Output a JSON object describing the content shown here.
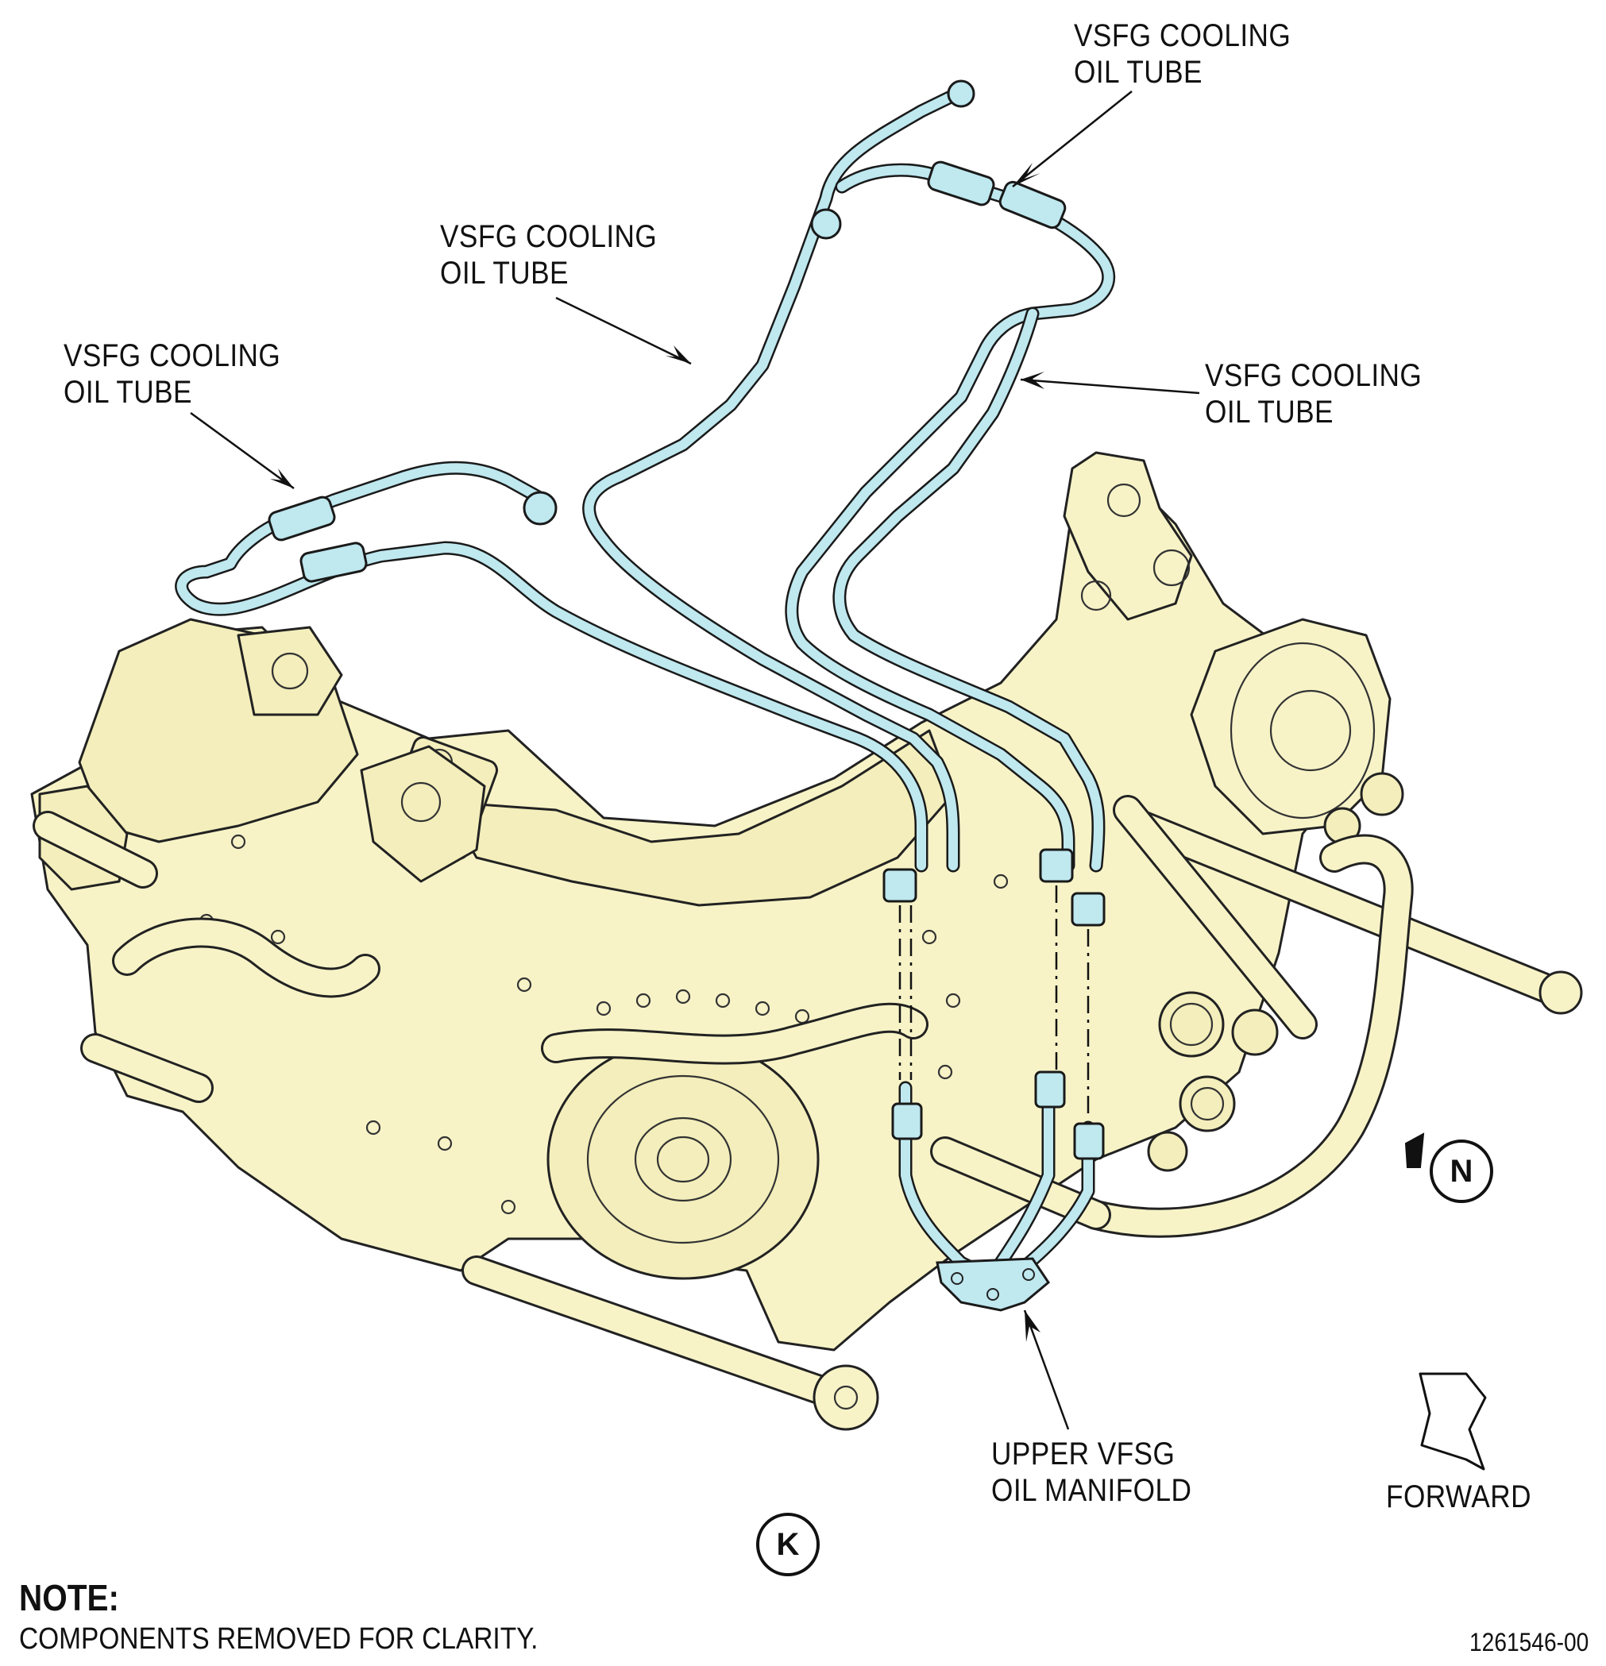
{
  "labels": {
    "tube_top": [
      "VSFG COOLING",
      "OIL TUBE"
    ],
    "tube_mid": [
      "VSFG COOLING",
      "OIL TUBE"
    ],
    "tube_left": [
      "VSFG COOLING",
      "OIL TUBE"
    ],
    "tube_right": [
      "VSFG COOLING",
      "OIL TUBE"
    ],
    "manifold": [
      "UPPER VFSG",
      "OIL MANIFOLD"
    ],
    "forward": "FORWARD"
  },
  "view_markers": {
    "north": "N",
    "view": "K"
  },
  "note": {
    "heading": "NOTE:",
    "text": "COMPONENTS REMOVED FOR CLARITY."
  },
  "figure_id": "1261546-00",
  "colors": {
    "tube": "#bfe8ef",
    "engine": "#f7f3c7",
    "ink": "#111111"
  }
}
